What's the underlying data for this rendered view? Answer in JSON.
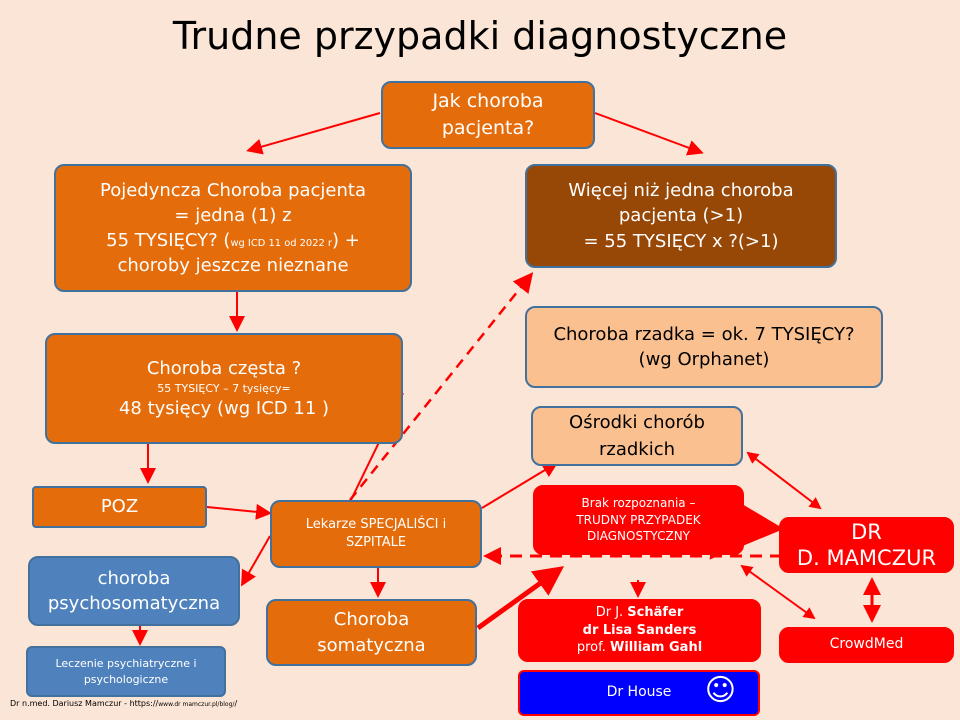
{
  "title": "Trudne przypadki diagnostyczne",
  "nodes": {
    "question": {
      "line1": "Jak choroba",
      "line2": "pacjenta?"
    },
    "single": {
      "line1": "Pojedyncza Choroba pacjenta",
      "line2": "= jedna (1) z",
      "line3a": "55 TYSIĘCY? (",
      "line3small": "wg ICD 11 od 2022 r",
      "line3b": ") +",
      "line4": "choroby jeszcze nieznane"
    },
    "multiple": {
      "line1": "Więcej niż jedna choroba",
      "line2": "pacjenta (>1)",
      "line3": "= 55 TYSIĘCY x ?(>1)"
    },
    "rare": {
      "line1": "Choroba rzadka = ok. 7 TYSIĘCY?",
      "line2": "(wg Orphanet)"
    },
    "common": {
      "line1": "Choroba częsta ?",
      "line2": "55 TYSIĘCY – 7 tysięcy=",
      "line3": "48 tysięcy (wg ICD 11 )"
    },
    "centers": {
      "line1": "Ośrodki chorób",
      "line2": "rzadkich"
    },
    "poz": {
      "label": "POZ"
    },
    "specialists": {
      "line1": "Lekarze SPECJALIŚCI i",
      "line2": "SZPITALE"
    },
    "no_diagnosis": {
      "line1": "Brak rozpoznania –",
      "line2": "TRUDNY PRZYPADEK",
      "line3": "DIAGNOSTYCZNY"
    },
    "mamczur": {
      "line1": "DR",
      "line2": "D. MAMCZUR"
    },
    "psychosomatic": {
      "line1": "choroba",
      "line2": "psychosomatyczna"
    },
    "psych_treatment": {
      "line1": "Leczenie psychiatryczne i",
      "line2": "psychologiczne"
    },
    "somatic": {
      "line1": "Choroba",
      "line2": "somatyczna"
    },
    "doctors": {
      "l1a": "Dr J. ",
      "l1b": "Schäfer",
      "l2": "dr Lisa Sanders",
      "l3a": "prof. ",
      "l3b": "William Gahl"
    },
    "crowdmed": {
      "label": "CrowdMed"
    },
    "house": {
      "label": "Dr House",
      "emoji": "☺"
    }
  },
  "footer": {
    "text": "Dr n.med. Dariusz Mamczur - https://",
    "url": "www.dr mamczur.pl/blog/",
    "end": "/"
  },
  "colors": {
    "orange": "#e46c0a",
    "brown": "#974706",
    "peach": "#fac090",
    "red": "#ff0000",
    "blue": "#4f81bd",
    "royal": "#0000ff",
    "background": "#fbe5d6"
  }
}
